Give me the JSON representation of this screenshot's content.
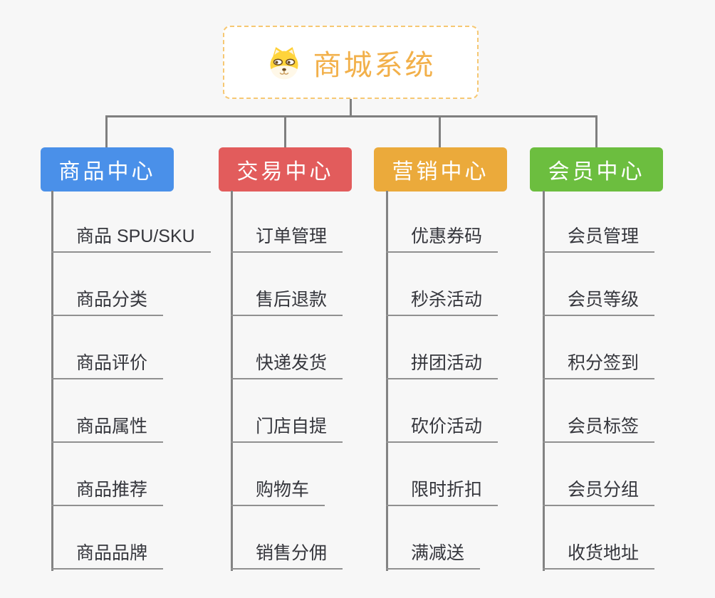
{
  "root": {
    "title": "商城系统",
    "icon": "dog-face-icon",
    "title_color": "#f2b04a",
    "border_color": "#f6c873"
  },
  "branches": [
    {
      "label": "商品中心",
      "color": "#4a90e9",
      "children": [
        "商品 SPU/SKU",
        "商品分类",
        "商品评价",
        "商品属性",
        "商品推荐",
        "商品品牌"
      ]
    },
    {
      "label": "交易中心",
      "color": "#e25c5c",
      "children": [
        "订单管理",
        "售后退款",
        "快递发货",
        "门店自提",
        "购物车",
        "销售分佣"
      ]
    },
    {
      "label": "营销中心",
      "color": "#ebaa3b",
      "children": [
        "优惠券码",
        "秒杀活动",
        "拼团活动",
        "砍价活动",
        "限时折扣",
        "满减送"
      ]
    },
    {
      "label": "会员中心",
      "color": "#6cbe3f",
      "children": [
        "会员管理",
        "会员等级",
        "积分签到",
        "会员标签",
        "会员分组",
        "收货地址"
      ]
    }
  ],
  "colors": {
    "background": "#f7f7f7",
    "connector": "#7f7f7f",
    "underline": "#909090",
    "child_text": "#35363c"
  }
}
